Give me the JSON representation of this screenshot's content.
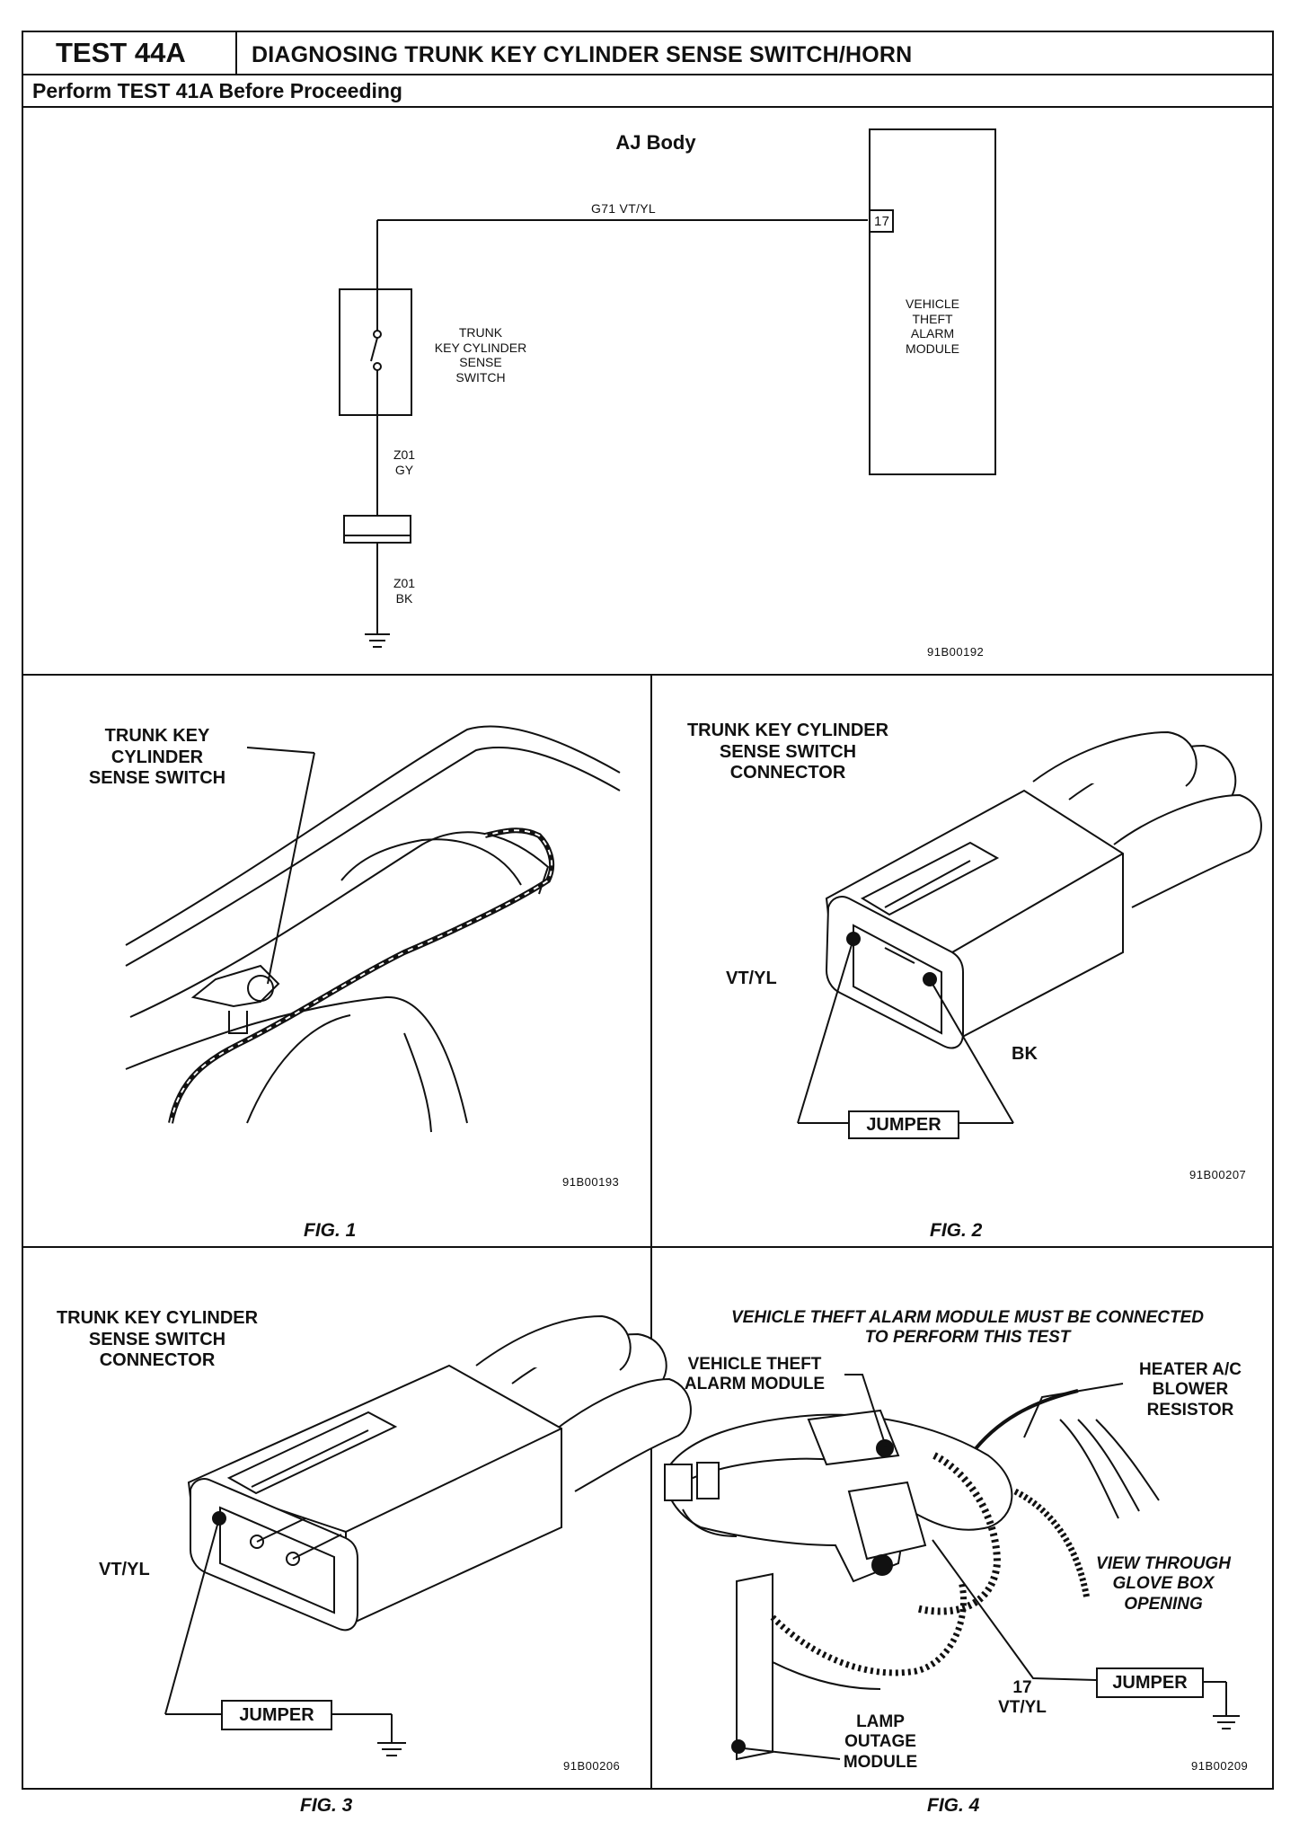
{
  "header": {
    "test_id": "TEST 44A",
    "title": "DIAGNOSING TRUNK KEY CYLINDER SENSE SWITCH/HORN",
    "prerequisite": "Perform TEST 41A Before Proceeding"
  },
  "schematic": {
    "heading": "AJ Body",
    "top_wire": "G71  VT/YL",
    "pin": "17",
    "module_label": "VEHICLE\nTHEFT\nALARM\nMODULE",
    "switch_label": "TRUNK\nKEY CYLINDER\nSENSE\nSWITCH",
    "wire_upper": "Z01\nGY",
    "wire_lower": "Z01\nBK",
    "ref": "91B00192"
  },
  "fig1": {
    "label": "TRUNK KEY\nCYLINDER\nSENSE SWITCH",
    "ref": "91B00193",
    "caption": "FIG. 1"
  },
  "fig2": {
    "label": "TRUNK KEY CYLINDER\nSENSE SWITCH\nCONNECTOR",
    "wire_a": "VT/YL",
    "wire_b": "BK",
    "jumper": "JUMPER",
    "ref": "91B00207",
    "caption": "FIG. 2"
  },
  "fig3": {
    "label": "TRUNK KEY CYLINDER\nSENSE SWITCH\nCONNECTOR",
    "wire_a": "VT/YL",
    "jumper": "JUMPER",
    "ref": "91B00206",
    "caption": "FIG. 3"
  },
  "fig4": {
    "note": "VEHICLE THEFT ALARM MODULE MUST BE CONNECTED\nTO PERFORM THIS TEST",
    "module_label": "VEHICLE THEFT\nALARM MODULE",
    "blower_label": "HEATER A/C\nBLOWER\nRESISTOR",
    "view_label": "VIEW THROUGH\nGLOVE BOX\nOPENING",
    "pin_label": "17\nVT/YL",
    "jumper": "JUMPER",
    "lamp_label": "LAMP\nOUTAGE\nMODULE",
    "ref": "91B00209",
    "caption": "FIG. 4"
  }
}
